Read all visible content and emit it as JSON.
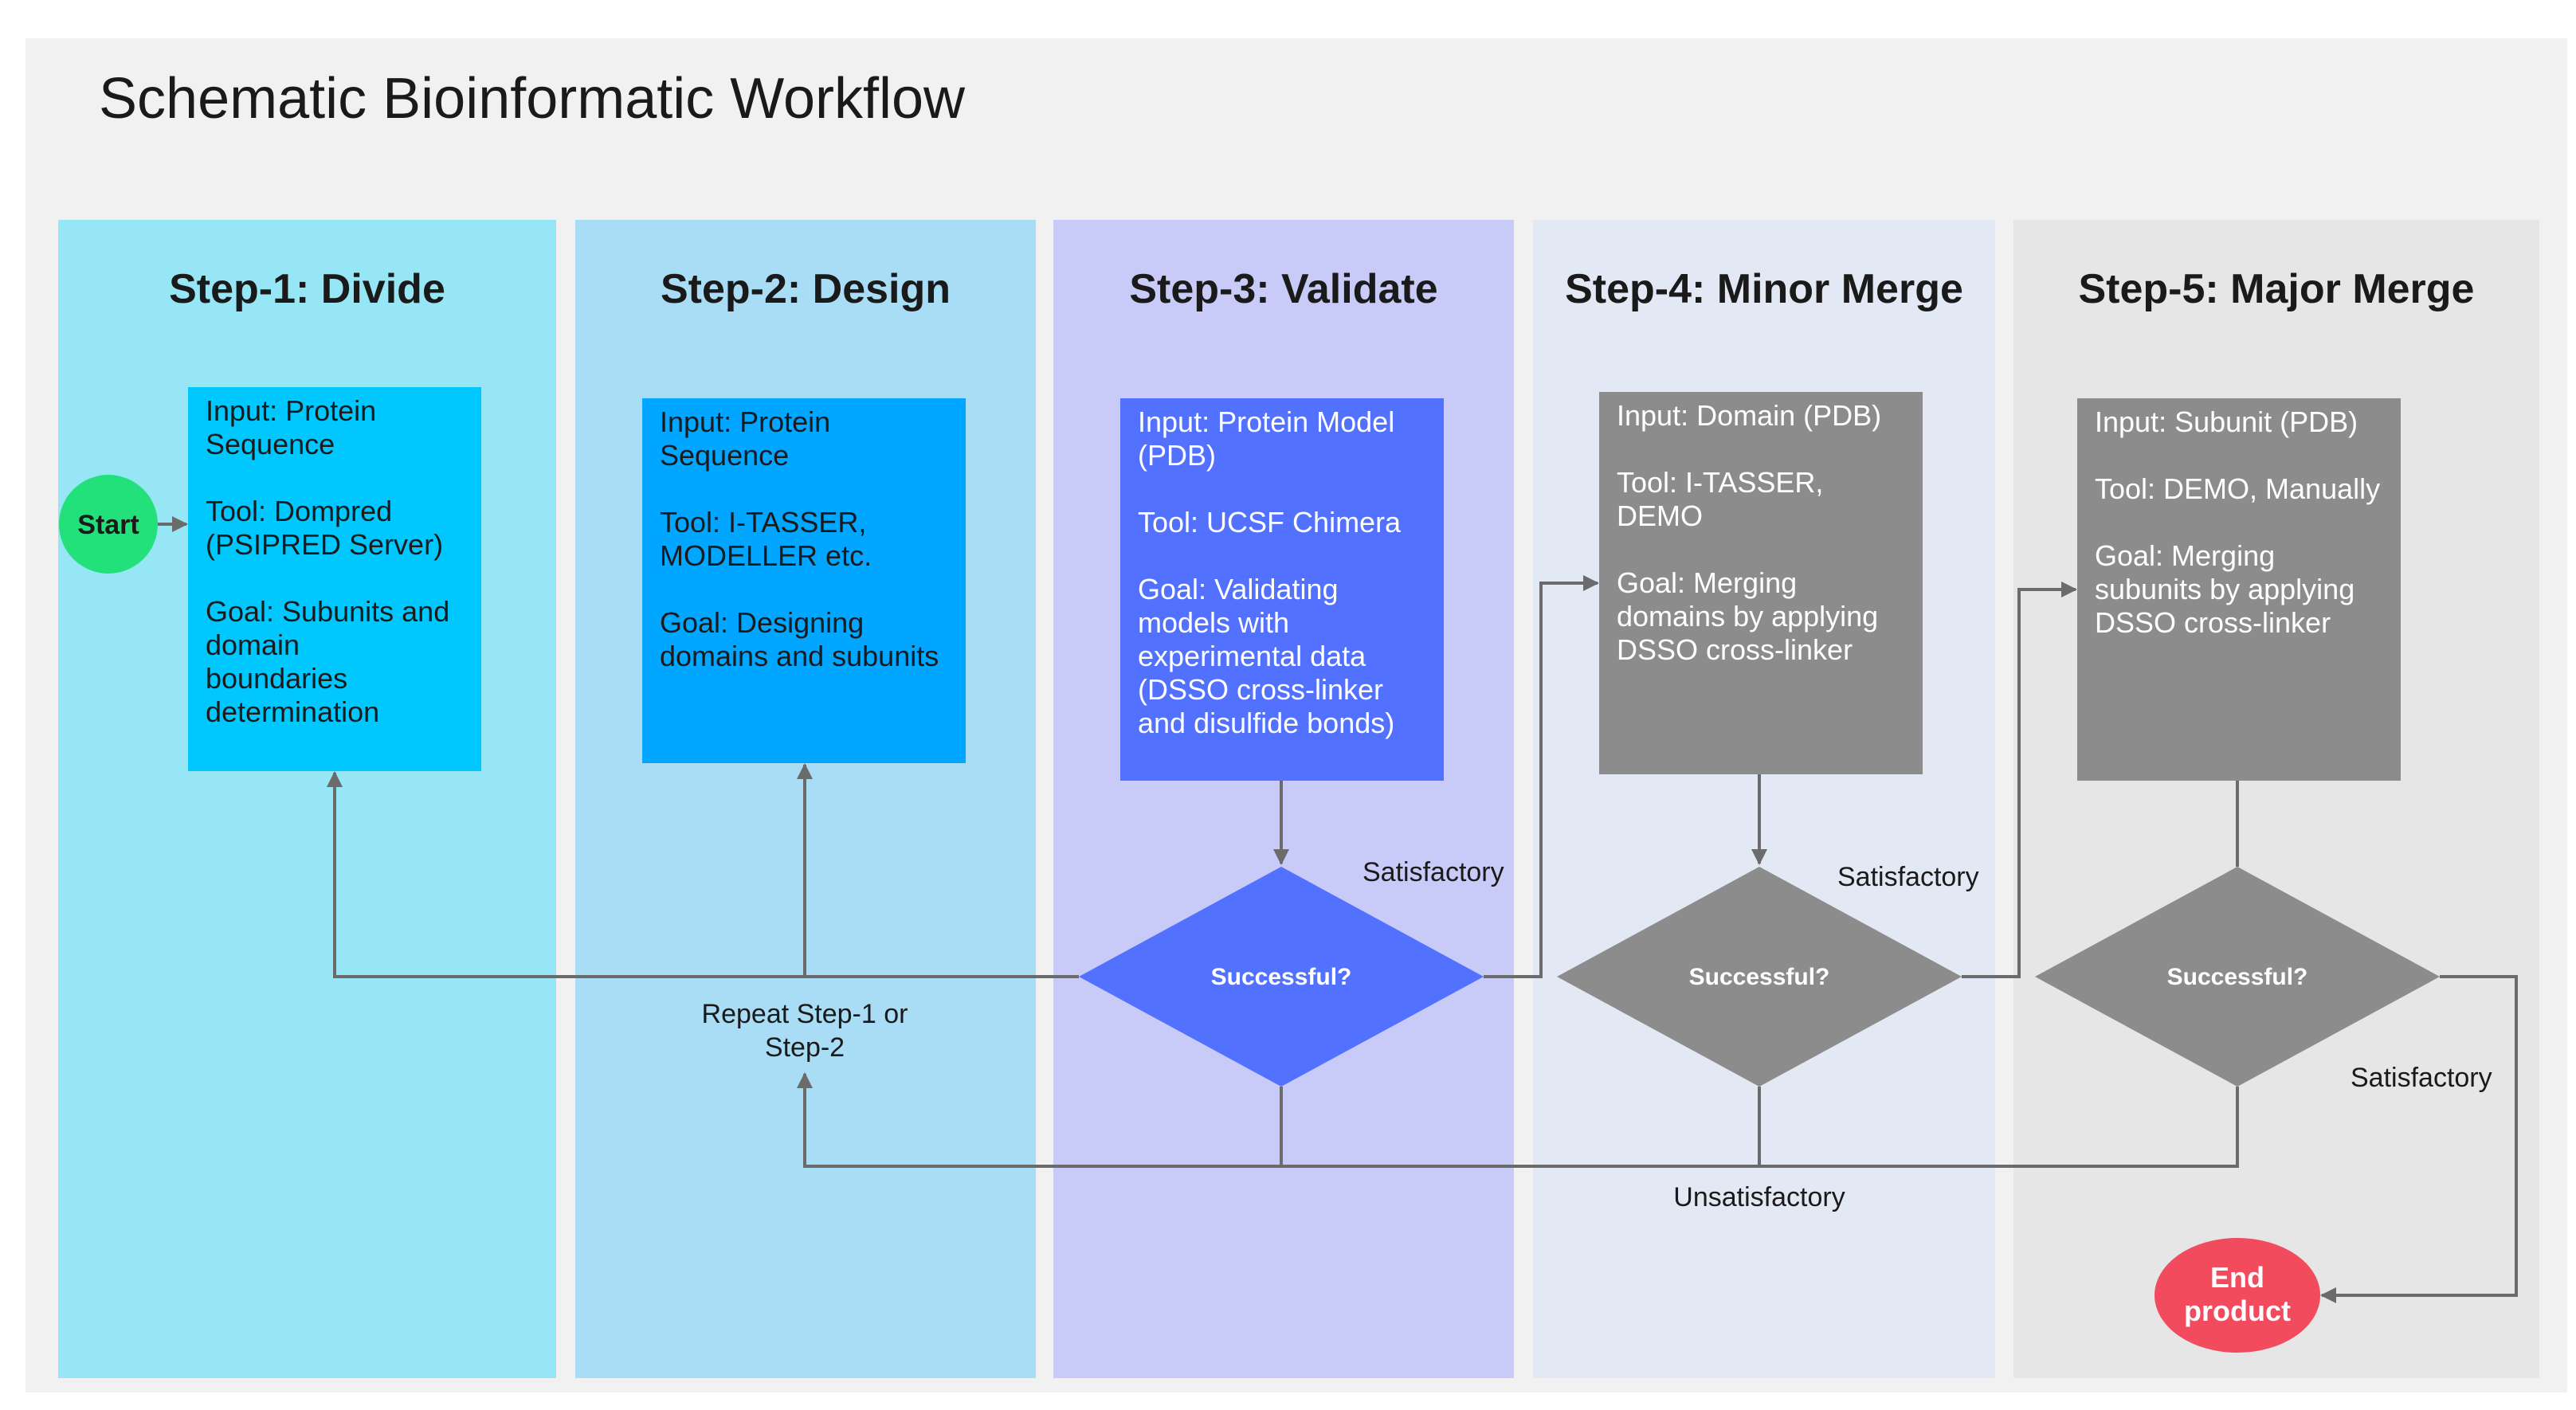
{
  "title": "Schematic Bioinformatic Workflow",
  "lanes": [
    {
      "title": "Step-1: Divide",
      "color": "#97E6F6"
    },
    {
      "title": "Step-2: Design",
      "color": "#A8DDF5"
    },
    {
      "title": "Step-3: Validate",
      "color": "#C8CAF7"
    },
    {
      "title": "Step-4: Minor Merge",
      "color": "#E3E9F4"
    },
    {
      "title": "Step-5: Major Merge",
      "color": "#E6E6E6"
    }
  ],
  "boxes": [
    {
      "lines": [
        "Input: Protein",
        "Sequence",
        "",
        "Tool: Dompred",
        "(PSIPRED Server)",
        "",
        "Goal: Subunits and",
        "domain",
        "boundaries",
        "determination"
      ],
      "color": "#00C8FF",
      "text_color": "#1a1a1a"
    },
    {
      "lines": [
        "Input: Protein",
        "Sequence",
        "",
        "Tool: I-TASSER,",
        "MODELLER etc.",
        "",
        "Goal: Designing",
        "domains and subunits"
      ],
      "color": "#00A6FF",
      "text_color": "#1a1a1a"
    },
    {
      "lines": [
        "Input: Protein Model",
        "(PDB)",
        "",
        "Tool: UCSF Chimera",
        "",
        "Goal: Validating",
        "models with",
        "experimental data",
        "(DSSO cross-linker",
        "and disulfide bonds)"
      ],
      "color": "#5271FF",
      "text_color": "#ffffff"
    },
    {
      "lines": [
        "Input: Domain (PDB)",
        "",
        "Tool: I-TASSER,",
        "DEMO",
        "",
        "Goal: Merging",
        "domains by applying",
        "DSSO cross-linker"
      ],
      "color": "#8C8C8C",
      "text_color": "#ffffff"
    },
    {
      "lines": [
        "Input: Subunit (PDB)",
        "",
        "Tool: DEMO, Manually",
        "",
        "Goal: Merging",
        "subunits by applying",
        "DSSO cross-linker"
      ],
      "color": "#8C8C8C",
      "text_color": "#ffffff"
    }
  ],
  "decisions": [
    {
      "label": "Successful?",
      "color": "#5271FF"
    },
    {
      "label": "Successful?",
      "color": "#8C8C8C"
    },
    {
      "label": "Successful?",
      "color": "#8C8C8C"
    }
  ],
  "start": {
    "label": "Start",
    "color": "#22E07A"
  },
  "end": {
    "lines": [
      "End",
      "product"
    ],
    "color": "#F24B5E"
  },
  "edge_labels": {
    "satisfactory": "Satisfactory",
    "unsatisfactory": "Unsatisfactory",
    "repeat": [
      "Repeat Step-1 or",
      "Step-2"
    ]
  },
  "colors": {
    "background": "#F1F1F1",
    "arrow": "#6B6B6B"
  }
}
